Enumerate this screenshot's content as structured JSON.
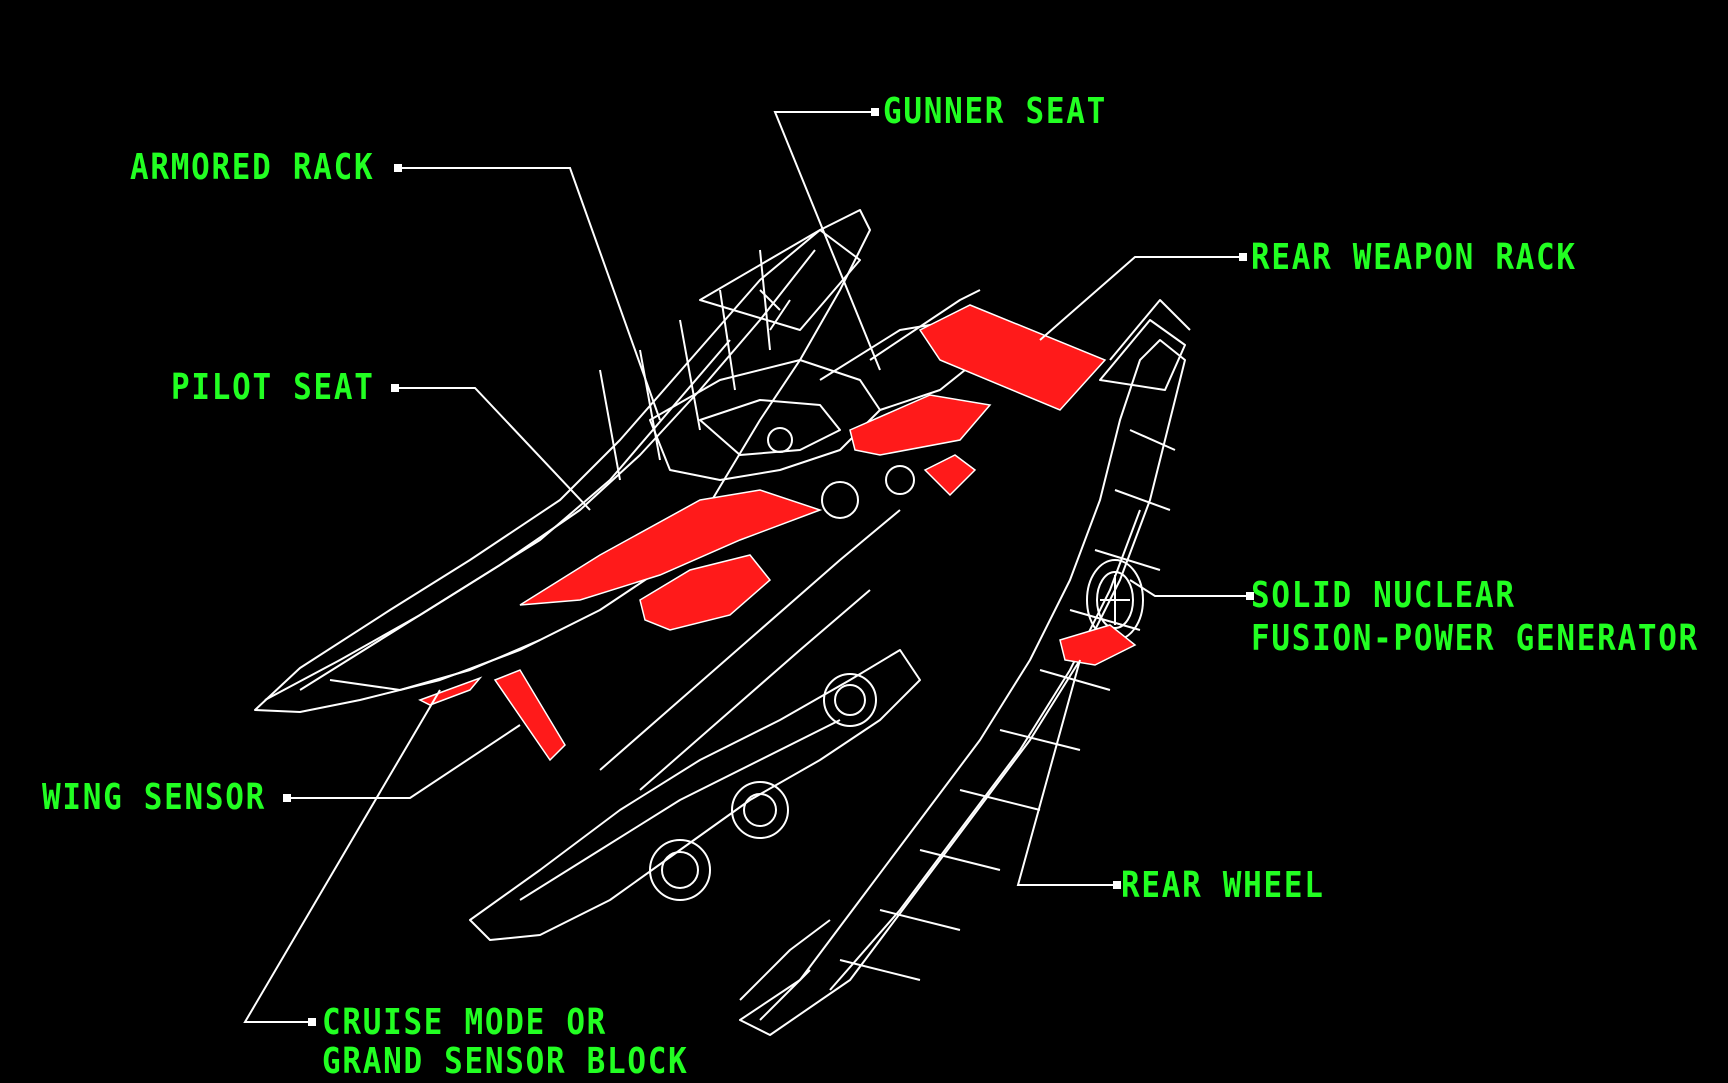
{
  "colors": {
    "background": "#000000",
    "label": "#22ff22",
    "line": "#ffffff",
    "highlight": "#ff1a1a"
  },
  "labels": {
    "gunner_seat": "GUNNER SEAT",
    "armored_rack": "ARMORED RACK",
    "rear_weapon_rack": "REAR WEAPON RACK",
    "pilot_seat": "PILOT SEAT",
    "generator_line1": "SOLID NUCLEAR",
    "generator_line2": "FUSION-POWER GENERATOR",
    "wing_sensor": "WING SENSOR",
    "rear_wheel": "REAR WHEEL",
    "cruise_line1": "CRUISE MODE OR",
    "cruise_line2": "GRAND SENSOR BLOCK"
  }
}
